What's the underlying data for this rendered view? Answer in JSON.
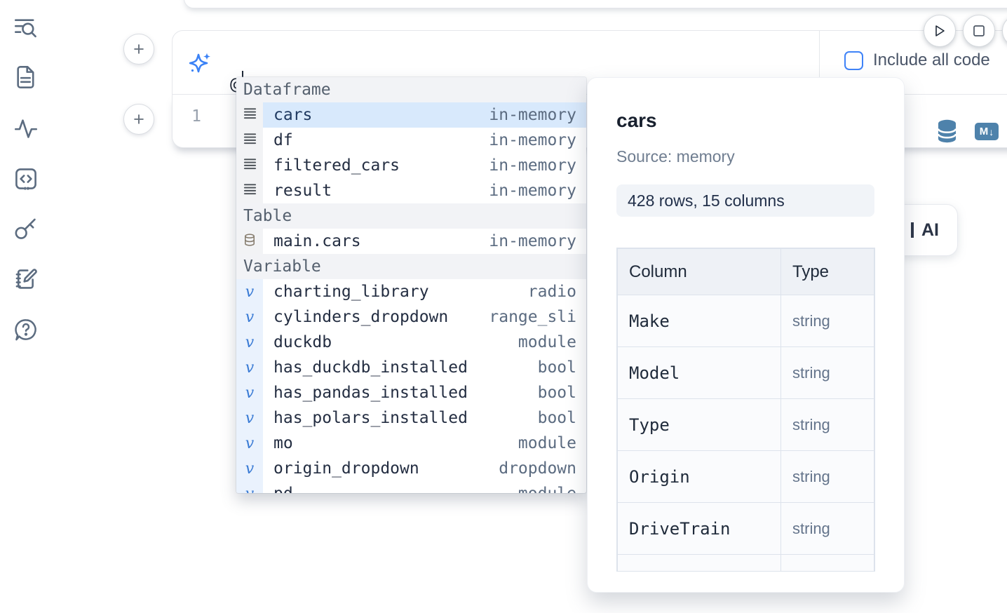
{
  "colors": {
    "accent_blue": "#3b82f6",
    "steel_icon_blue": "#4e82ab",
    "selection_blue": "#d8e9fc",
    "sidebar_icon": "#5c6c80",
    "border_gray": "#e5e7eb"
  },
  "sidebar": {
    "icons": [
      {
        "name": "toc-search-icon"
      },
      {
        "name": "file-icon"
      },
      {
        "name": "activity-icon"
      },
      {
        "name": "code-snippet-icon"
      },
      {
        "name": "key-icon"
      },
      {
        "name": "notebook-pen-icon"
      },
      {
        "name": "help-chat-icon"
      }
    ]
  },
  "top_toolbar": {
    "play_button": "run",
    "stop_button": "stop"
  },
  "ai_input": {
    "value": "@",
    "include_all_code_label": "Include all code",
    "checkbox_checked": false,
    "sparkle_icon": "sparkles-icon"
  },
  "cell": {
    "line_number": "1",
    "database_icon": "database-icon",
    "markdown_icon_text": "M",
    "markdown_icon_arrow": "↓"
  },
  "ai_card": {
    "label": "AI"
  },
  "autocomplete": {
    "sections": [
      {
        "label": "Dataframe",
        "items": [
          {
            "icon": "dataframe",
            "name": "cars",
            "meta": "in-memory",
            "selected": true
          },
          {
            "icon": "dataframe",
            "name": "df",
            "meta": "in-memory",
            "selected": false
          },
          {
            "icon": "dataframe",
            "name": "filtered_cars",
            "meta": "in-memory",
            "selected": false
          },
          {
            "icon": "dataframe",
            "name": "result",
            "meta": "in-memory",
            "selected": false
          }
        ]
      },
      {
        "label": "Table",
        "items": [
          {
            "icon": "table",
            "name": "main.cars",
            "meta": "in-memory",
            "selected": false
          }
        ]
      },
      {
        "label": "Variable",
        "items": [
          {
            "icon": "variable",
            "name": "charting_library",
            "meta": "radio",
            "selected": false
          },
          {
            "icon": "variable",
            "name": "cylinders_dropdown",
            "meta": "range_sli",
            "selected": false
          },
          {
            "icon": "variable",
            "name": "duckdb",
            "meta": "module",
            "selected": false
          },
          {
            "icon": "variable",
            "name": "has_duckdb_installed",
            "meta": "bool",
            "selected": false
          },
          {
            "icon": "variable",
            "name": "has_pandas_installed",
            "meta": "bool",
            "selected": false
          },
          {
            "icon": "variable",
            "name": "has_polars_installed",
            "meta": "bool",
            "selected": false
          },
          {
            "icon": "variable",
            "name": "mo",
            "meta": "module",
            "selected": false
          },
          {
            "icon": "variable",
            "name": "origin_dropdown",
            "meta": "dropdown",
            "selected": false
          },
          {
            "icon": "variable",
            "name": "pd",
            "meta": "module",
            "selected": false
          }
        ]
      }
    ]
  },
  "preview": {
    "title": "cars",
    "source": "Source: memory",
    "shape": "428 rows, 15 columns",
    "table": {
      "headers": [
        "Column",
        "Type"
      ],
      "rows": [
        {
          "column": "Make",
          "type": "string"
        },
        {
          "column": "Model",
          "type": "string"
        },
        {
          "column": "Type",
          "type": "string"
        },
        {
          "column": "Origin",
          "type": "string"
        },
        {
          "column": "DriveTrain",
          "type": "string"
        }
      ]
    }
  }
}
